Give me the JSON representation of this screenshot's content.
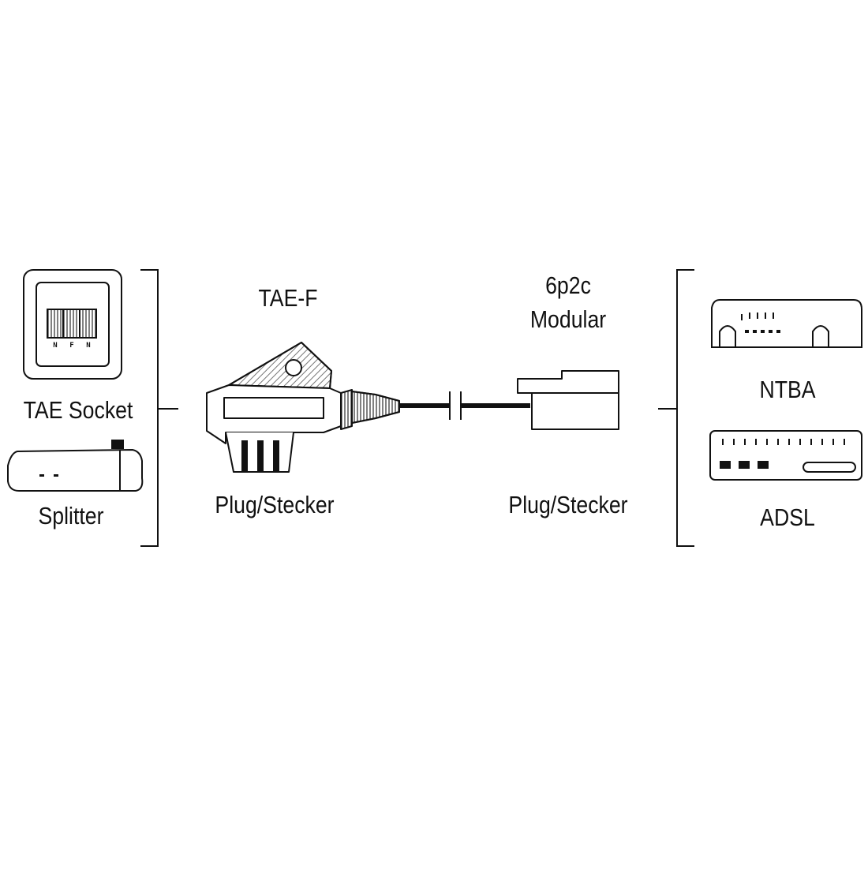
{
  "diagram": {
    "colors": {
      "line": "#111111",
      "hatch": "#777777",
      "background": "#ffffff"
    },
    "socket": {
      "label": "TAE Socket",
      "pin_labels": [
        "N",
        "F",
        "N"
      ]
    },
    "splitter": {
      "label": "Splitter"
    },
    "tae_plug": {
      "title": "TAE-F",
      "label": "Plug/Stecker"
    },
    "modular_plug": {
      "title_line1": "6p2c",
      "title_line2": "Modular",
      "label": "Plug/Stecker"
    },
    "ntba": {
      "label": "NTBA"
    },
    "adsl": {
      "label": "ADSL"
    }
  }
}
